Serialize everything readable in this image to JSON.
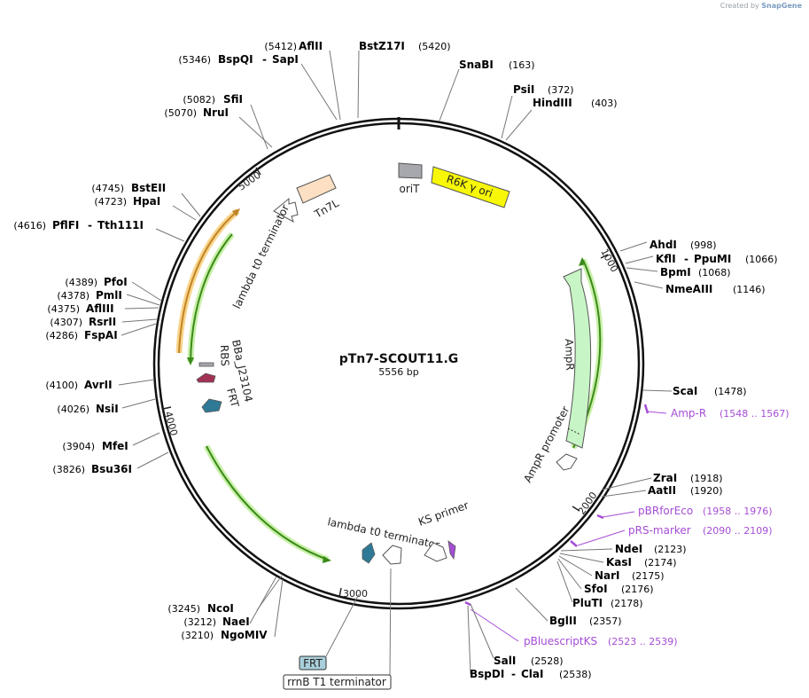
{
  "credit": {
    "prefix": "Created by",
    "brand": "SnapGene"
  },
  "map": {
    "name": "pTn7-SCOUT11.G",
    "length_label": "5556 bp",
    "total_bp": 5556,
    "ticks": [
      "1000",
      "2000",
      "3000",
      "4000",
      "5000"
    ]
  },
  "enzymes": [
    {
      "names": [
        "AflII"
      ],
      "pos": "(5412)"
    },
    {
      "names": [
        "BstZ17I"
      ],
      "pos": "(5420)"
    },
    {
      "names": [
        "BspQI",
        "SapI"
      ],
      "pos": "(5346)"
    },
    {
      "names": [
        "SnaBI"
      ],
      "pos": "(163)"
    },
    {
      "names": [
        "PsiI"
      ],
      "pos": "(372)"
    },
    {
      "names": [
        "HindIII"
      ],
      "pos": "(403)"
    },
    {
      "names": [
        "SfiI"
      ],
      "pos": "(5082)"
    },
    {
      "names": [
        "NruI"
      ],
      "pos": "(5070)"
    },
    {
      "names": [
        "BstEII"
      ],
      "pos": "(4745)"
    },
    {
      "names": [
        "HpaI"
      ],
      "pos": "(4723)"
    },
    {
      "names": [
        "PflFI",
        "Tth111I"
      ],
      "pos": "(4616)"
    },
    {
      "names": [
        "AhdI"
      ],
      "pos": "(998)"
    },
    {
      "names": [
        "KflI",
        "PpuMI"
      ],
      "pos": "(1066)"
    },
    {
      "names": [
        "BpmI"
      ],
      "pos": "(1068)"
    },
    {
      "names": [
        "NmeAIII"
      ],
      "pos": "(1146)"
    },
    {
      "names": [
        "PfoI"
      ],
      "pos": "(4389)"
    },
    {
      "names": [
        "PmlI"
      ],
      "pos": "(4378)"
    },
    {
      "names": [
        "AflIII"
      ],
      "pos": "(4375)"
    },
    {
      "names": [
        "RsrII"
      ],
      "pos": "(4307)"
    },
    {
      "names": [
        "FspAI"
      ],
      "pos": "(4286)"
    },
    {
      "names": [
        "ScaI"
      ],
      "pos": "(1478)"
    },
    {
      "names": [
        "AvrII"
      ],
      "pos": "(4100)"
    },
    {
      "names": [
        "NsiI"
      ],
      "pos": "(4026)"
    },
    {
      "names": [
        "MfeI"
      ],
      "pos": "(3904)"
    },
    {
      "names": [
        "Bsu36I"
      ],
      "pos": "(3826)"
    },
    {
      "names": [
        "ZraI"
      ],
      "pos": "(1918)"
    },
    {
      "names": [
        "AatII"
      ],
      "pos": "(1920)"
    },
    {
      "names": [
        "NdeI"
      ],
      "pos": "(2123)"
    },
    {
      "names": [
        "KasI"
      ],
      "pos": "(2174)"
    },
    {
      "names": [
        "NarI"
      ],
      "pos": "(2175)"
    },
    {
      "names": [
        "SfoI"
      ],
      "pos": "(2176)"
    },
    {
      "names": [
        "PluTI"
      ],
      "pos": "(2178)"
    },
    {
      "names": [
        "BglII"
      ],
      "pos": "(2357)"
    },
    {
      "names": [
        "NcoI"
      ],
      "pos": "(3245)"
    },
    {
      "names": [
        "NaeI"
      ],
      "pos": "(3212)"
    },
    {
      "names": [
        "NgoMIV"
      ],
      "pos": "(3210)"
    },
    {
      "names": [
        "SalI"
      ],
      "pos": "(2528)"
    },
    {
      "names": [
        "BspDI",
        "ClaI"
      ],
      "pos": "(2538)"
    }
  ],
  "primers": [
    {
      "name": "Amp-R",
      "range": "(1548 .. 1567)"
    },
    {
      "name": "pBRforEco",
      "range": "(1958 .. 1976)"
    },
    {
      "name": "pRS-marker",
      "range": "(2090 .. 2109)"
    },
    {
      "name": "pBluescriptKS",
      "range": "(2523 .. 2539)"
    }
  ],
  "features": {
    "oriT": "oriT",
    "r6k": "R6K γ ori",
    "tn7l": "Tn7L",
    "lambda_top": "lambda t0 terminator",
    "lambda_bottom": "lambda t0 terminator",
    "ampr": "AmpR",
    "ampr_promoter": "AmpR promoter",
    "ks_primer": "KS primer",
    "rbs": "RBS",
    "bba": "BBa_J23104",
    "frt_inner": "FRT",
    "frt_box": "FRT",
    "rrnb": "rrnB T1 terminator"
  },
  "colors": {
    "backbone": "#111111",
    "orf_green": "#3a8a1a",
    "orf_glow": "#c9f0a8",
    "orf_orange": "#c08428",
    "orf_orange_glow": "#f9d48b",
    "amp_fill": "#c8f5c6",
    "ori_fill": "#f7f707",
    "tn7_fill": "#fde0c3",
    "orit_fill": "#a6a8ad",
    "frt_fill": "#2e7a96",
    "rbs_fill": "#a23253",
    "primer": "#a64dd6"
  }
}
